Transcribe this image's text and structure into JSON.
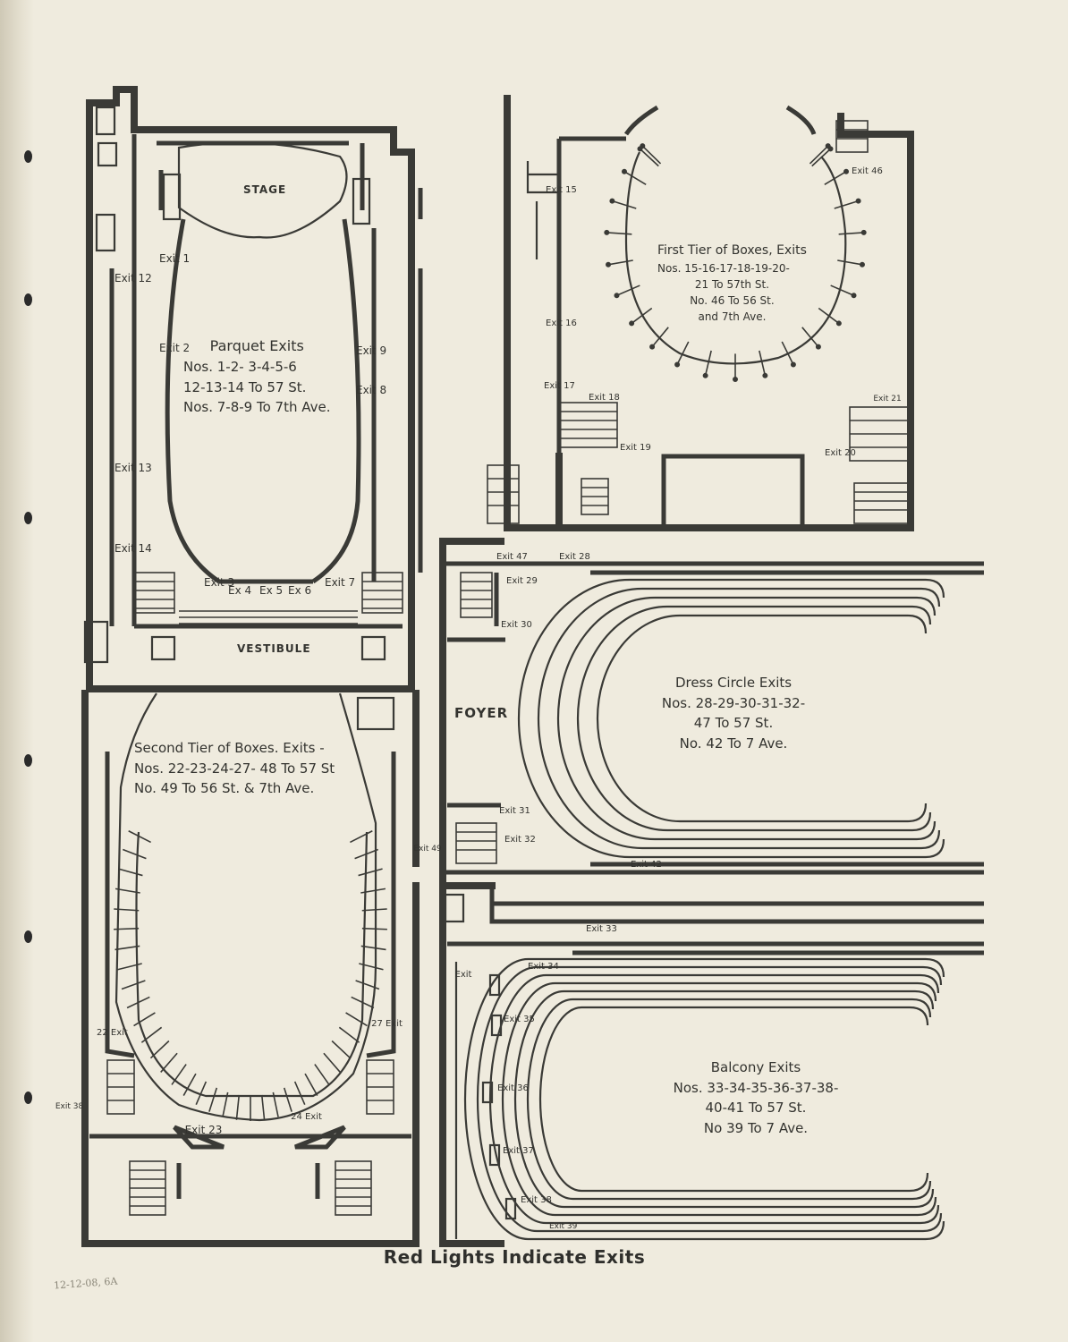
{
  "footer": "Red Lights Indicate Exits",
  "archive_note": "12-12-08, 6A",
  "plans": {
    "parquet": {
      "title": [
        "Parquet Exits",
        "Nos. 1-2- 3-4-5-6",
        "12-13-14 To 57 St.",
        "Nos. 7-8-9 To 7th Ave."
      ],
      "rooms": {
        "stage": "STAGE",
        "vestibule": "VESTIBULE"
      },
      "exits": [
        "Exit 1",
        "Exit 2",
        "Exit 12",
        "Exit 13",
        "Exit 14",
        "Exit 9",
        "Exit 8",
        "Exit 3",
        "Ex 4",
        "Ex 5",
        "Ex 6",
        "Exit 7"
      ]
    },
    "first_tier": {
      "title": [
        "First Tier of Boxes, Exits",
        "Nos. 15-16-17-18-19-20-",
        "21 To 57th St.",
        "No. 46 To 56 St.",
        "and 7th Ave."
      ],
      "exits": [
        "Exit 15",
        "Exit 16",
        "Exit 17",
        "Exit 18",
        "Exit 19",
        "Exit 46",
        "Exit 21",
        "Exit 20"
      ]
    },
    "second_tier": {
      "title": [
        "Second Tier of Boxes. Exits -",
        "Nos. 22-23-24-27- 48 To 57 St",
        "No. 49 To 56 St. & 7th Ave."
      ],
      "exits": [
        "22 Exit",
        "27 Exit",
        "Exit 38",
        "Exit 23",
        "24 Exit",
        "Exit 49"
      ]
    },
    "dress_circle": {
      "title": [
        "Dress Circle Exits",
        "Nos. 28-29-30-31-32-",
        "47 To 57 St.",
        "No. 42 To 7 Ave."
      ],
      "rooms": {
        "foyer": "FOYER"
      },
      "exits": [
        "Exit 47",
        "Exit 28",
        "Exit 29",
        "Exit 30",
        "Exit 31",
        "Exit 32",
        "Exit 42"
      ]
    },
    "balcony": {
      "title": [
        "Balcony Exits",
        "Nos. 33-34-35-36-37-38-",
        "40-41 To 57 St.",
        "No 39 To 7 Ave."
      ],
      "exits": [
        "Exit 33",
        "Exit",
        "Exit 34",
        "Exit 35",
        "Exit 36",
        "Exit 37",
        "Exit 38",
        "Exit 39"
      ]
    }
  }
}
